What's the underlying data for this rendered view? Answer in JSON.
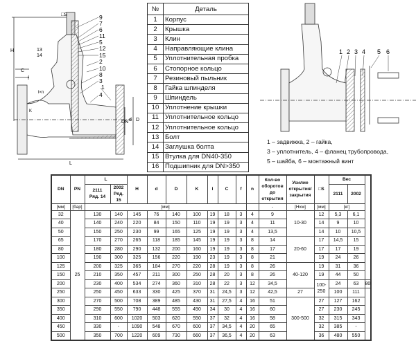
{
  "drawing_left": {
    "callouts": [
      "9",
      "7",
      "6",
      "11",
      "5",
      "12",
      "15",
      "2",
      "10",
      "8",
      "3",
      "1",
      "4"
    ],
    "dims": {
      "square_s": "□S",
      "h": "H",
      "c": "C",
      "f": "f",
      "bolt": "13",
      "plug": "14",
      "dn": "DN",
      "d": "d",
      "D": "D",
      "l": "L",
      "k": "K",
      "lxn": "l×n"
    }
  },
  "parts_table": {
    "header": [
      "№",
      "Деталь"
    ],
    "rows": [
      [
        "1",
        "Корпус"
      ],
      [
        "2",
        "Крышка"
      ],
      [
        "3",
        "Клин"
      ],
      [
        "4",
        "Направляющие клина"
      ],
      [
        "5",
        "Уплотнительная пробка"
      ],
      [
        "6",
        "Стопорное кольцо"
      ],
      [
        "7",
        "Резиновый пыльник"
      ],
      [
        "8",
        "Гайка шпинделя"
      ],
      [
        "9",
        "Шпиндель"
      ],
      [
        "10",
        "Уплотнение крышки"
      ],
      [
        "11",
        "Уплотнительное кольцо"
      ],
      [
        "12",
        "Уплотнительное кольцо"
      ],
      [
        "13",
        "Болт"
      ],
      [
        "14",
        "Заглушка болта"
      ],
      [
        "15",
        "Втулка для DN40-350"
      ],
      [
        "16",
        "Подшипник для DN>350"
      ]
    ]
  },
  "drawing_right": {
    "callouts": [
      "1",
      "2",
      "3",
      "4",
      "5",
      "6"
    ],
    "caption": [
      "1 – задвижка, 2 – гайка,",
      "3 – уплотнитель, 4 – фланец трубопровода,",
      "5 – шайба, 6 – монтажный винт"
    ]
  },
  "spec_table": {
    "headers": {
      "dn": "DN",
      "pn": "PN",
      "l": "L",
      "l2111": "2111",
      "l2111b": "Ряд. 14",
      "l2002": "2002",
      "l2002b": "Ряд. 15",
      "h": "H",
      "d": "d",
      "D": "D",
      "k": "K",
      "l_small": "l",
      "c": "C",
      "f": "f",
      "n": "n",
      "turns": "Кол-во оборотов до открытия",
      "torque": "Усилие открытия/ закрытия",
      "s": "□S",
      "weight": "Вес",
      "w2111": "2111",
      "w2002": "2002"
    },
    "units": {
      "dn": "[мм]",
      "pn": "[бар]",
      "mm": "[мм]",
      "turns": "-",
      "torque": "[Нхм]",
      "s": "[мм]",
      "weight": "[кг]"
    },
    "pn_value": "25",
    "torque_groups": [
      "10-30",
      "20-60",
      "40-120",
      "100-250",
      "300-500"
    ],
    "rows": [
      [
        "32",
        "130",
        "140",
        "145",
        "76",
        "140",
        "100",
        "19",
        "18",
        "3",
        "4",
        "9",
        "12",
        "5,3",
        "6,1"
      ],
      [
        "40",
        "140",
        "240",
        "220",
        "84",
        "150",
        "110",
        "19",
        "19",
        "3",
        "4",
        "11",
        "14",
        "9",
        "10"
      ],
      [
        "50",
        "150",
        "250",
        "230",
        "99",
        "165",
        "125",
        "19",
        "19",
        "3",
        "4",
        "13,5",
        "14",
        "10",
        "10,5"
      ],
      [
        "65",
        "170",
        "270",
        "265",
        "118",
        "185",
        "145",
        "19",
        "19",
        "3",
        "8",
        "14",
        "17",
        "14,5",
        "15"
      ],
      [
        "80",
        "180",
        "280",
        "290",
        "132",
        "200",
        "160",
        "19",
        "19",
        "3",
        "8",
        "17",
        "17",
        "17",
        "19"
      ],
      [
        "100",
        "190",
        "300",
        "325",
        "156",
        "220",
        "190",
        "23",
        "19",
        "3",
        "8",
        "21",
        "19",
        "24",
        "26"
      ],
      [
        "125",
        "200",
        "325",
        "365",
        "184",
        "270",
        "220",
        "28",
        "19",
        "3",
        "8",
        "26",
        "19",
        "31",
        "36"
      ],
      [
        "150",
        "210",
        "350",
        "457",
        "211",
        "300",
        "250",
        "28",
        "20",
        "3",
        "8",
        "26",
        "19",
        "44",
        "50"
      ],
      [
        "200",
        "230",
        "400",
        "534",
        "274",
        "360",
        "310",
        "28",
        "22",
        "3",
        "12",
        "34,5",
        "24",
        "63",
        "80"
      ],
      [
        "250",
        "250",
        "450",
        "633",
        "330",
        "425",
        "370",
        "31",
        "24,5",
        "3",
        "12",
        "42,5",
        "27",
        "100",
        "111"
      ],
      [
        "300",
        "270",
        "500",
        "708",
        "389",
        "485",
        "430",
        "31",
        "27,5",
        "4",
        "16",
        "51",
        "27",
        "127",
        "162"
      ],
      [
        "350",
        "290",
        "550",
        "790",
        "448",
        "555",
        "490",
        "34",
        "30",
        "4",
        "16",
        "60",
        "27",
        "230",
        "245"
      ],
      [
        "400",
        "310",
        "600",
        "1020",
        "503",
        "620",
        "550",
        "37",
        "32",
        "4",
        "16",
        "58",
        "32",
        "315",
        "343"
      ],
      [
        "450",
        "330",
        "-",
        "1090",
        "548",
        "670",
        "600",
        "37",
        "34,5",
        "4",
        "20",
        "65",
        "32",
        "385",
        "-"
      ],
      [
        "500",
        "350",
        "700",
        "1220",
        "609",
        "730",
        "660",
        "37",
        "36,5",
        "4",
        "20",
        "63",
        "36",
        "480",
        "550"
      ]
    ]
  }
}
